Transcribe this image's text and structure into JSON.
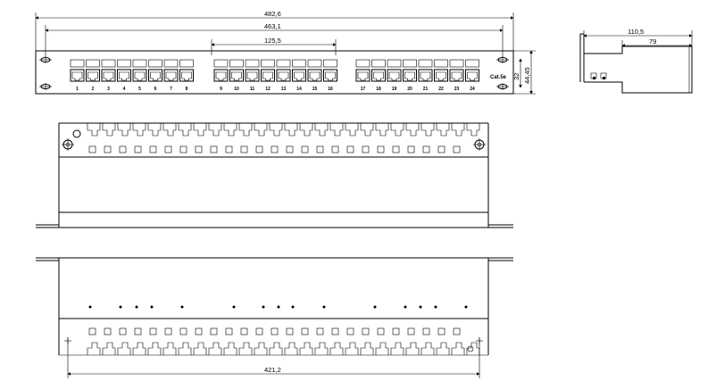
{
  "drawing": {
    "front_view": {
      "dimensions": {
        "overall_width": "482,6",
        "mounting_pitch": "463,1",
        "port_group": "125,5",
        "inner_height": "32",
        "overall_height": "44,45"
      },
      "port_groups": [
        [
          "1",
          "2",
          "3",
          "4",
          "5",
          "6",
          "7",
          "8"
        ],
        [
          "9",
          "10",
          "11",
          "12",
          "13",
          "14",
          "15",
          "16"
        ],
        [
          "17",
          "18",
          "19",
          "20",
          "21",
          "22",
          "23",
          "24"
        ]
      ],
      "category_label": "Cat.5e"
    },
    "side_view": {
      "dimensions": {
        "overall_depth": "110,5",
        "body_depth": "79"
      }
    },
    "bottom_view": {
      "dimensions": {
        "base_width": "421,2"
      }
    }
  }
}
